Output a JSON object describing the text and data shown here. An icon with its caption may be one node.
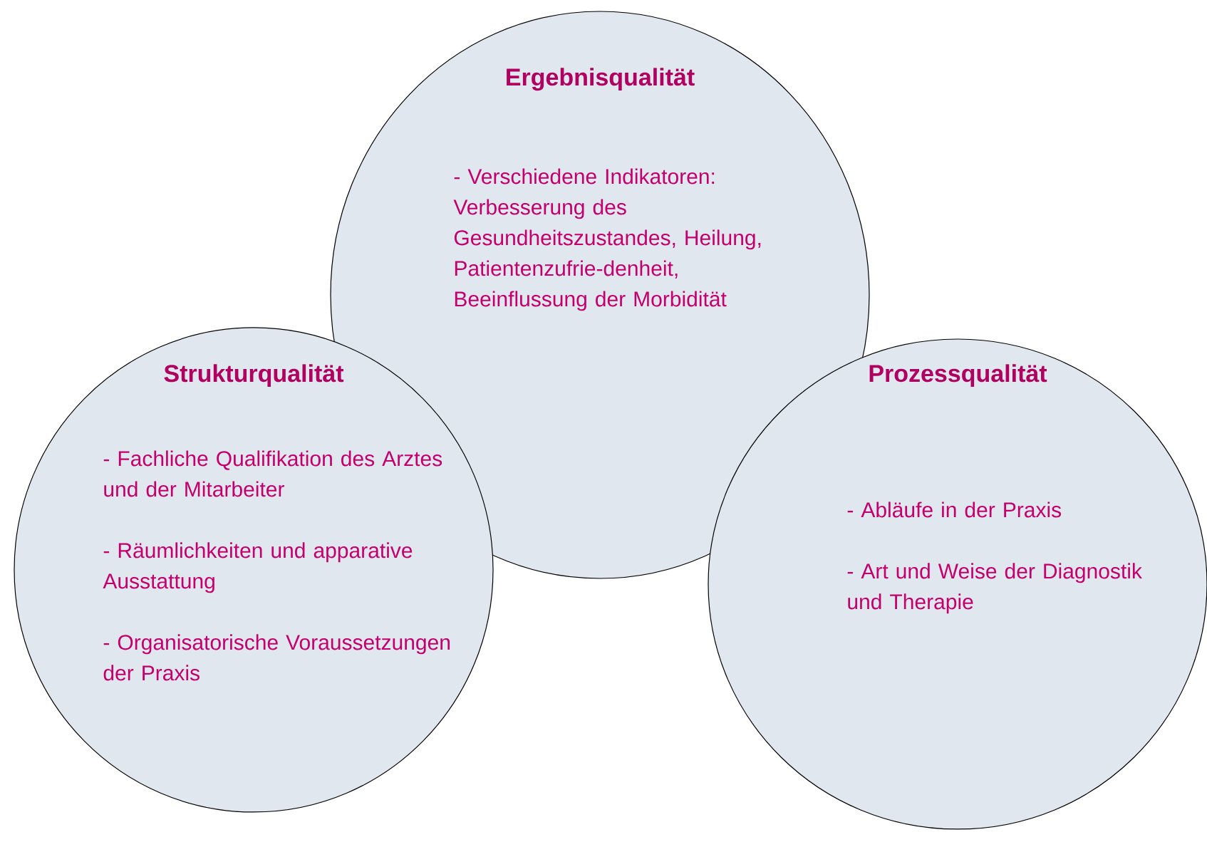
{
  "diagram": {
    "nodes": [
      {
        "text": [
          "Ergebnisqualität",
          "- Verschiedene Indikatoren: Verbesserung des Gesundheitszustandes, Heilung, Patientenzufrie-denheit, Beeinflussung der Morbidität"
        ]
      },
      {
        "text": [
          "Strukturqualität",
          "- Fachliche Qualifikation des Arztes und der Mitarbeiter",
          "- Räumlichkeiten und apparative Ausstattung",
          "- Organisatorische Voraussetzungen der Praxis"
        ]
      },
      {
        "text": [
          "Prozessqualität",
          "- Abläufe in der Praxis",
          "- Art und Weise der Diagnostik und Therapie"
        ]
      }
    ]
  }
}
